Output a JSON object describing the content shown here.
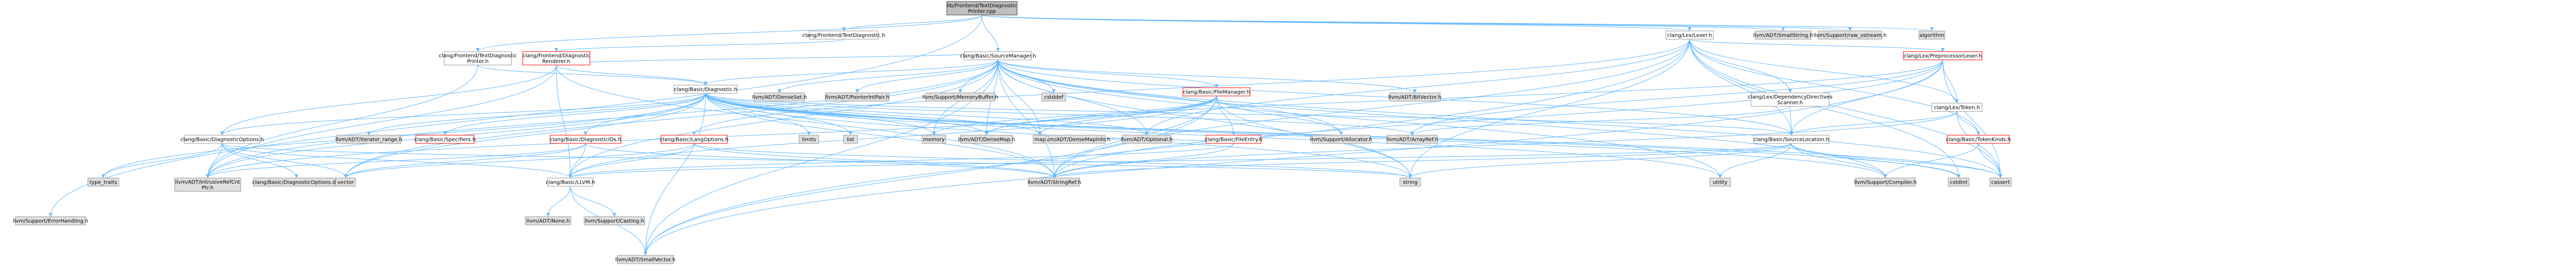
{
  "colors": {
    "edge": "#63B8FF",
    "node_border": "#999999",
    "root_fill": "#BFBFBF",
    "root_border": "#404040",
    "system_fill": "#E0E0E0",
    "local_fill": "#FFFFFF",
    "truncated_border": "#FF0000",
    "text": "#000000"
  },
  "nodes": [
    {
      "id": "root",
      "kind": "root",
      "lines": [
        "lib/Frontend/TextDiagnostic",
        "Printer.cpp"
      ]
    },
    {
      "id": "fe_textdiag",
      "kind": "local",
      "lines": [
        "clang/Frontend/TextDiagnostic.h"
      ]
    },
    {
      "id": "fe_textdiagprinter",
      "kind": "local",
      "lines": [
        "clang/Frontend/TextDiagnostic",
        "Printer.h"
      ]
    },
    {
      "id": "fe_diagrenderer",
      "kind": "truncated",
      "lines": [
        "clang/Frontend/Diagnostic",
        "Renderer.h"
      ]
    },
    {
      "id": "basic_srcmgr",
      "kind": "local",
      "lines": [
        "clang/Basic/SourceManager.h"
      ]
    },
    {
      "id": "lex_lexer",
      "kind": "local",
      "lines": [
        "clang/Lex/Lexer.h"
      ]
    },
    {
      "id": "smallstring",
      "kind": "system",
      "lines": [
        "llvm/ADT/SmallString.h"
      ]
    },
    {
      "id": "raw_ostream",
      "kind": "system",
      "lines": [
        "llvm/Support/raw_ostream.h"
      ]
    },
    {
      "id": "algorithm",
      "kind": "system",
      "lines": [
        "algorithm"
      ]
    },
    {
      "id": "errorhandling",
      "kind": "system",
      "lines": [
        "llvm/Support/ErrorHandling.h"
      ]
    },
    {
      "id": "basic_diagnostic",
      "kind": "local",
      "lines": [
        "clang/Basic/Diagnostic.h"
      ]
    },
    {
      "id": "basic_diagoptions",
      "kind": "local",
      "lines": [
        "clang/Basic/DiagnosticOptions.h"
      ]
    },
    {
      "id": "lex_preprocessorlexer",
      "kind": "truncated",
      "lines": [
        "clang/Lex/PreprocessorLexer.h"
      ]
    },
    {
      "id": "lex_depdir",
      "kind": "local",
      "lines": [
        "clang/Lex/DependencyDirectives",
        "Scanner.h"
      ]
    },
    {
      "id": "lex_token",
      "kind": "local",
      "lines": [
        "clang/Lex/Token.h"
      ]
    },
    {
      "id": "basic_filemanager",
      "kind": "truncated",
      "lines": [
        "clang/Basic/FileManager.h"
      ]
    },
    {
      "id": "basic_diagids",
      "kind": "truncated",
      "lines": [
        "clang/Basic/DiagnosticIDs.h"
      ]
    },
    {
      "id": "basic_langoptions",
      "kind": "truncated",
      "lines": [
        "clang/Basic/LangOptions.h"
      ]
    },
    {
      "id": "basic_specifiers",
      "kind": "truncated",
      "lines": [
        "clang/Basic/Specifiers.h"
      ]
    },
    {
      "id": "basic_tokenkinds",
      "kind": "truncated",
      "lines": [
        "clang/Basic/TokenKinds.h"
      ]
    },
    {
      "id": "basic_fileentry",
      "kind": "truncated",
      "lines": [
        "clang/Basic/FileEntry.h"
      ]
    },
    {
      "id": "basic_srclocation",
      "kind": "local",
      "lines": [
        "clang/Basic/SourceLocation.h"
      ]
    },
    {
      "id": "basic_llvm",
      "kind": "local",
      "lines": [
        "clang/Basic/LLVM.h"
      ]
    },
    {
      "id": "densemap",
      "kind": "system",
      "lines": [
        "llvm/ADT/DenseMap.h"
      ]
    },
    {
      "id": "densemapinfo",
      "kind": "system",
      "lines": [
        "llvm/ADT/DenseMapInfo.h"
      ]
    },
    {
      "id": "denseset",
      "kind": "system",
      "lines": [
        "llvm/ADT/DenseSet.h"
      ]
    },
    {
      "id": "pointerintpair",
      "kind": "system",
      "lines": [
        "llvm/ADT/PointerIntPair.h"
      ]
    },
    {
      "id": "memorybuffer",
      "kind": "system",
      "lines": [
        "llvm/Support/MemoryBuffer.h"
      ]
    },
    {
      "id": "cstddef",
      "kind": "system",
      "lines": [
        "cstddef"
      ]
    },
    {
      "id": "bitvector",
      "kind": "system",
      "lines": [
        "llvm/ADT/BitVector.h"
      ]
    },
    {
      "id": "iterator_range",
      "kind": "system",
      "lines": [
        "llvm/ADT/iterator_range.h"
      ]
    },
    {
      "id": "limits",
      "kind": "system",
      "lines": [
        "limits"
      ]
    },
    {
      "id": "list",
      "kind": "system",
      "lines": [
        "list"
      ]
    },
    {
      "id": "memory",
      "kind": "system",
      "lines": [
        "memory"
      ]
    },
    {
      "id": "map",
      "kind": "system",
      "lines": [
        "map"
      ]
    },
    {
      "id": "optional",
      "kind": "system",
      "lines": [
        "llvm/ADT/Optional.h"
      ]
    },
    {
      "id": "allocator",
      "kind": "system",
      "lines": [
        "llvm/Support/Allocator.h"
      ]
    },
    {
      "id": "arrayref",
      "kind": "system",
      "lines": [
        "llvm/ADT/ArrayRef.h"
      ]
    },
    {
      "id": "type_traits",
      "kind": "system",
      "lines": [
        "type_traits"
      ]
    },
    {
      "id": "intrusiverefcnt",
      "kind": "system",
      "lines": [
        "llvm/ADT/IntrusiveRefCnt",
        "Ptr.h"
      ]
    },
    {
      "id": "diagoptions_def",
      "kind": "system",
      "lines": [
        "clang/Basic/DiagnosticOptions.def"
      ]
    },
    {
      "id": "vector",
      "kind": "system",
      "lines": [
        "vector"
      ]
    },
    {
      "id": "stringref",
      "kind": "system",
      "lines": [
        "llvm/ADT/StringRef.h"
      ]
    },
    {
      "id": "string",
      "kind": "system",
      "lines": [
        "string"
      ]
    },
    {
      "id": "utility",
      "kind": "system",
      "lines": [
        "utility"
      ]
    },
    {
      "id": "compiler",
      "kind": "system",
      "lines": [
        "llvm/Support/Compiler.h"
      ]
    },
    {
      "id": "cstdint",
      "kind": "system",
      "lines": [
        "cstdint"
      ]
    },
    {
      "id": "cassert",
      "kind": "system",
      "lines": [
        "cassert"
      ]
    },
    {
      "id": "none",
      "kind": "system",
      "lines": [
        "llvm/ADT/None.h"
      ]
    },
    {
      "id": "casting",
      "kind": "system",
      "lines": [
        "llvm/Support/Casting.h"
      ]
    },
    {
      "id": "smallvector",
      "kind": "system",
      "lines": [
        "llvm/ADT/SmallVector.h"
      ]
    }
  ],
  "edges": [
    [
      "root",
      "fe_textdiag"
    ],
    [
      "root",
      "fe_textdiagprinter"
    ],
    [
      "root",
      "basic_srcmgr"
    ],
    [
      "root",
      "lex_lexer"
    ],
    [
      "root",
      "smallstring"
    ],
    [
      "root",
      "raw_ostream"
    ],
    [
      "root",
      "algorithm"
    ],
    [
      "root",
      "errorhandling"
    ],
    [
      "fe_textdiag",
      "fe_diagrenderer"
    ],
    [
      "fe_textdiagprinter",
      "basic_diagnostic"
    ],
    [
      "fe_textdiagprinter",
      "intrusiverefcnt"
    ],
    [
      "fe_diagrenderer",
      "basic_diagnostic"
    ],
    [
      "fe_diagrenderer",
      "basic_diagoptions"
    ],
    [
      "fe_diagrenderer",
      "basic_llvm"
    ],
    [
      "fe_diagrenderer",
      "basic_srcmgr"
    ],
    [
      "fe_diagrenderer",
      "intrusiverefcnt"
    ],
    [
      "fe_diagrenderer",
      "stringref"
    ],
    [
      "basic_srcmgr",
      "basic_diagnostic"
    ],
    [
      "basic_srcmgr",
      "basic_filemanager"
    ],
    [
      "basic_srcmgr",
      "basic_llvm"
    ],
    [
      "basic_srcmgr",
      "basic_srclocation"
    ],
    [
      "basic_srcmgr",
      "bitvector"
    ],
    [
      "basic_srcmgr",
      "densemap"
    ],
    [
      "basic_srcmgr",
      "denseset"
    ],
    [
      "basic_srcmgr",
      "intrusiverefcnt"
    ],
    [
      "basic_srcmgr",
      "pointerintpair"
    ],
    [
      "basic_srcmgr",
      "smallvector"
    ],
    [
      "basic_srcmgr",
      "stringref"
    ],
    [
      "basic_srcmgr",
      "allocator"
    ],
    [
      "basic_srcmgr",
      "compiler"
    ],
    [
      "basic_srcmgr",
      "memorybuffer"
    ],
    [
      "basic_srcmgr",
      "cassert"
    ],
    [
      "basic_srcmgr",
      "cstddef"
    ],
    [
      "basic_srcmgr",
      "map"
    ],
    [
      "basic_srcmgr",
      "memory"
    ],
    [
      "basic_srcmgr",
      "optional"
    ],
    [
      "basic_srcmgr",
      "string"
    ],
    [
      "basic_srcmgr",
      "utility"
    ],
    [
      "basic_srcmgr",
      "vector"
    ],
    [
      "basic_diagnostic",
      "basic_diagids"
    ],
    [
      "basic_diagnostic",
      "basic_diagoptions"
    ],
    [
      "basic_diagnostic",
      "basic_srclocation"
    ],
    [
      "basic_diagnostic",
      "basic_specifiers"
    ],
    [
      "basic_diagnostic",
      "arrayref"
    ],
    [
      "basic_diagnostic",
      "densemap"
    ],
    [
      "basic_diagnostic",
      "intrusiverefcnt"
    ],
    [
      "basic_diagnostic",
      "optional"
    ],
    [
      "basic_diagnostic",
      "smallvector"
    ],
    [
      "basic_diagnostic",
      "stringref"
    ],
    [
      "basic_diagnostic",
      "iterator_range"
    ],
    [
      "basic_diagnostic",
      "compiler"
    ],
    [
      "basic_diagnostic",
      "cassert"
    ],
    [
      "basic_diagnostic",
      "cstdint"
    ],
    [
      "basic_diagnostic",
      "limits"
    ],
    [
      "basic_diagnostic",
      "list"
    ],
    [
      "basic_diagnostic",
      "map"
    ],
    [
      "basic_diagnostic",
      "memory"
    ],
    [
      "basic_diagnostic",
      "string"
    ],
    [
      "basic_diagnostic",
      "type_traits"
    ],
    [
      "basic_diagnostic",
      "utility"
    ],
    [
      "basic_diagnostic",
      "vector"
    ],
    [
      "basic_diagoptions",
      "basic_llvm"
    ],
    [
      "basic_diagoptions",
      "intrusiverefcnt"
    ],
    [
      "basic_diagoptions",
      "string"
    ],
    [
      "basic_diagoptions",
      "type_traits"
    ],
    [
      "basic_diagoptions",
      "vector"
    ],
    [
      "basic_diagoptions",
      "diagoptions_def"
    ],
    [
      "basic_diagids",
      "basic_llvm"
    ],
    [
      "basic_diagids",
      "intrusiverefcnt"
    ],
    [
      "basic_diagids",
      "stringref"
    ],
    [
      "basic_diagids",
      "vector"
    ],
    [
      "basic_langoptions",
      "basic_llvm"
    ],
    [
      "basic_langoptions",
      "stringref"
    ],
    [
      "basic_langoptions",
      "string"
    ],
    [
      "basic_langoptions",
      "vector"
    ],
    [
      "basic_srclocation",
      "basic_llvm"
    ],
    [
      "basic_srclocation",
      "stringref"
    ],
    [
      "basic_srclocation",
      "compiler"
    ],
    [
      "basic_srclocation",
      "cassert"
    ],
    [
      "basic_srclocation",
      "cstdint"
    ],
    [
      "basic_srclocation",
      "string"
    ],
    [
      "basic_srclocation",
      "utility"
    ],
    [
      "basic_llvm",
      "none"
    ],
    [
      "basic_llvm",
      "casting"
    ],
    [
      "basic_llvm",
      "smallvector"
    ],
    [
      "basic_filemanager",
      "basic_fileentry"
    ],
    [
      "basic_filemanager",
      "basic_llvm"
    ],
    [
      "basic_filemanager",
      "densemap"
    ],
    [
      "basic_filemanager",
      "intrusiverefcnt"
    ],
    [
      "basic_filemanager",
      "smallvector"
    ],
    [
      "basic_filemanager",
      "stringref"
    ],
    [
      "basic_filemanager",
      "allocator"
    ],
    [
      "basic_filemanager",
      "map"
    ],
    [
      "basic_filemanager",
      "memory"
    ],
    [
      "basic_filemanager",
      "string"
    ],
    [
      "basic_fileentry",
      "basic_llvm"
    ],
    [
      "basic_fileentry",
      "densemapinfo"
    ],
    [
      "basic_fileentry",
      "stringref"
    ],
    [
      "lex_lexer",
      "lex_depdir"
    ],
    [
      "lex_lexer",
      "lex_preprocessorlexer"
    ],
    [
      "lex_lexer",
      "lex_token"
    ],
    [
      "lex_lexer",
      "basic_langoptions"
    ],
    [
      "lex_lexer",
      "basic_srclocation"
    ],
    [
      "lex_lexer",
      "basic_tokenkinds"
    ],
    [
      "lex_lexer",
      "optional"
    ],
    [
      "lex_lexer",
      "smallvector"
    ],
    [
      "lex_lexer",
      "stringref"
    ],
    [
      "lex_lexer",
      "cassert"
    ],
    [
      "lex_lexer",
      "cstdint"
    ],
    [
      "lex_lexer",
      "string"
    ],
    [
      "lex_depdir",
      "basic_srclocation"
    ],
    [
      "lex_depdir",
      "arrayref"
    ],
    [
      "lex_preprocessorlexer",
      "basic_srclocation"
    ],
    [
      "lex_preprocessorlexer",
      "lex_token"
    ],
    [
      "lex_preprocessorlexer",
      "arrayref"
    ],
    [
      "lex_preprocessorlexer",
      "densemap"
    ],
    [
      "lex_preprocessorlexer",
      "smallvector"
    ],
    [
      "lex_preprocessorlexer",
      "stringref"
    ],
    [
      "lex_preprocessorlexer",
      "cassert"
    ],
    [
      "lex_token",
      "basic_srclocation"
    ],
    [
      "lex_token",
      "basic_tokenkinds"
    ],
    [
      "lex_token",
      "stringref"
    ],
    [
      "lex_token",
      "cassert"
    ],
    [
      "basic_tokenkinds",
      "compiler"
    ],
    [
      "basic_tokenkinds",
      "cassert"
    ]
  ]
}
